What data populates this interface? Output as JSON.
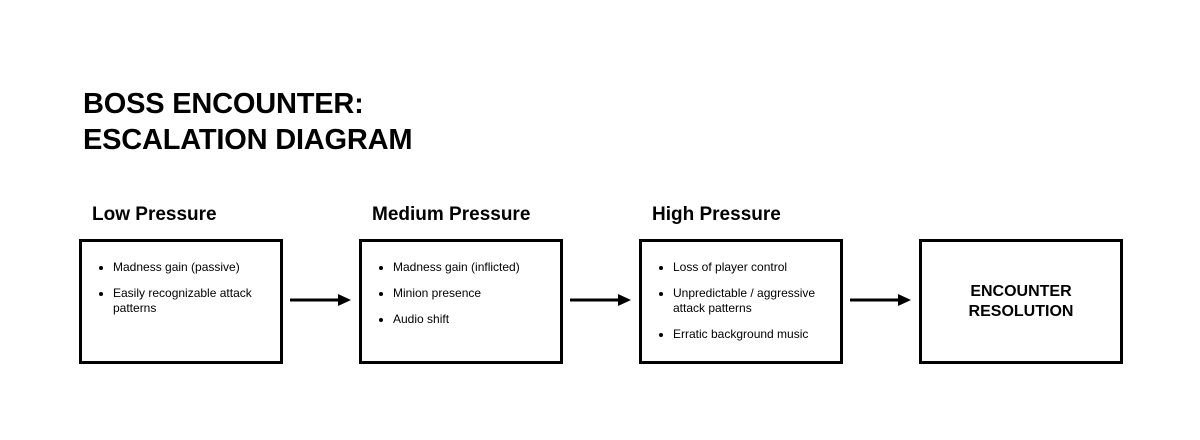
{
  "title": {
    "line1": "BOSS ENCOUNTER:",
    "line2": "ESCALATION DIAGRAM"
  },
  "stages": [
    {
      "label": "Low Pressure",
      "items": [
        "Madness gain (passive)",
        "Easily recognizable attack patterns"
      ]
    },
    {
      "label": "Medium Pressure",
      "items": [
        "Madness gain (inflicted)",
        "Minion presence",
        "Audio shift"
      ]
    },
    {
      "label": "High Pressure",
      "items": [
        "Loss of player control",
        "Unpredictable / aggressive attack patterns",
        "Erratic background music"
      ]
    }
  ],
  "resolution": {
    "line1": "ENCOUNTER",
    "line2": "RESOLUTION"
  },
  "colors": {
    "stroke": "#000000",
    "background": "#ffffff"
  }
}
